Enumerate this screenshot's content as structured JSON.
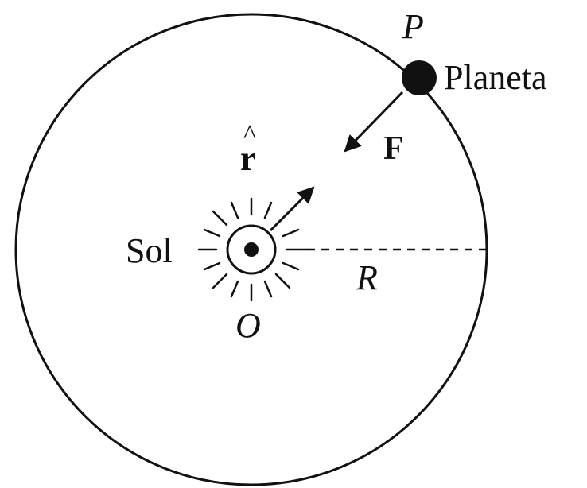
{
  "labels": {
    "point_p": "P",
    "planet": "Planeta",
    "force": "F",
    "unit_vector_letter": "r",
    "unit_vector_hat": "^",
    "sun": "Sol",
    "origin": "O",
    "radius": "R"
  },
  "colors": {
    "ink": "#111111",
    "background": "#ffffff"
  }
}
